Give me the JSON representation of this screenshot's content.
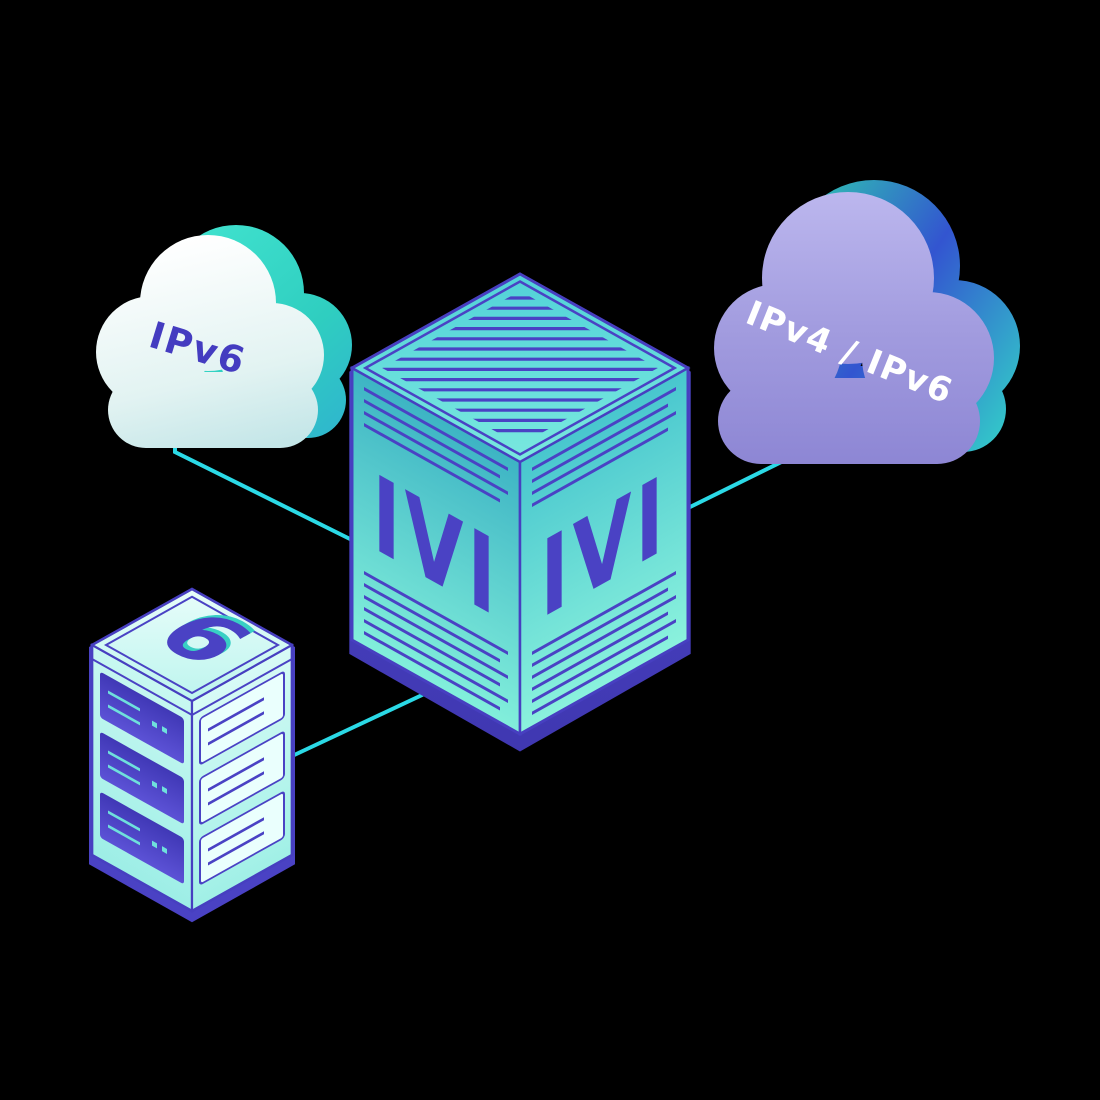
{
  "clouds": {
    "left": {
      "label": "IPv6"
    },
    "right": {
      "label": "IPv4 / IPv6"
    }
  },
  "translator": {
    "left_face_label": "IVI",
    "right_face_label": "IVI"
  },
  "server": {
    "badge": "6"
  },
  "colors": {
    "background": "#000000",
    "connector_cyan": "#2bd9e6",
    "indigo": "#4a42c4",
    "teal": "#35d8c8",
    "cloud_left_body": "#ffffff",
    "cloud_right_body": "#9b95dc"
  }
}
